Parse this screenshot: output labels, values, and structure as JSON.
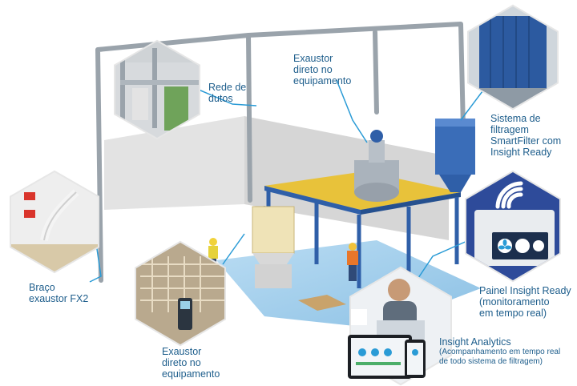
{
  "labels": {
    "rede_dutos": [
      "Rede de",
      "dutos"
    ],
    "exaustor_top": [
      "Exaustor",
      "direto no",
      "equipamento"
    ],
    "smartfilter": [
      "Sistema de",
      "filtragem",
      "SmartFilter com",
      "Insight Ready"
    ],
    "painel": [
      "Painel Insight Ready",
      "(monitoramento",
      "em tempo real)"
    ],
    "braco": [
      "Braço",
      "exaustor FX2"
    ],
    "exaustor_bottom": [
      "Exaustor",
      "direto no",
      "equipamento"
    ],
    "insight_analytics": {
      "title": "Insight Analytics",
      "sub": [
        "(Acompanhamento em tempo real",
        "de todo sistema de filtragem)"
      ]
    }
  },
  "colors": {
    "label": "#1e5e8c",
    "callout_line": "#2a9bd6",
    "structure_blue": "#2f5fa8",
    "structure_yellow": "#e8c23a",
    "floor": "#8ec3e6",
    "duct": "#9aa3ab",
    "wall": "#dcdcdc"
  },
  "icons": [
    "hexagon-photo",
    "wifi-icon",
    "fan-icon"
  ]
}
